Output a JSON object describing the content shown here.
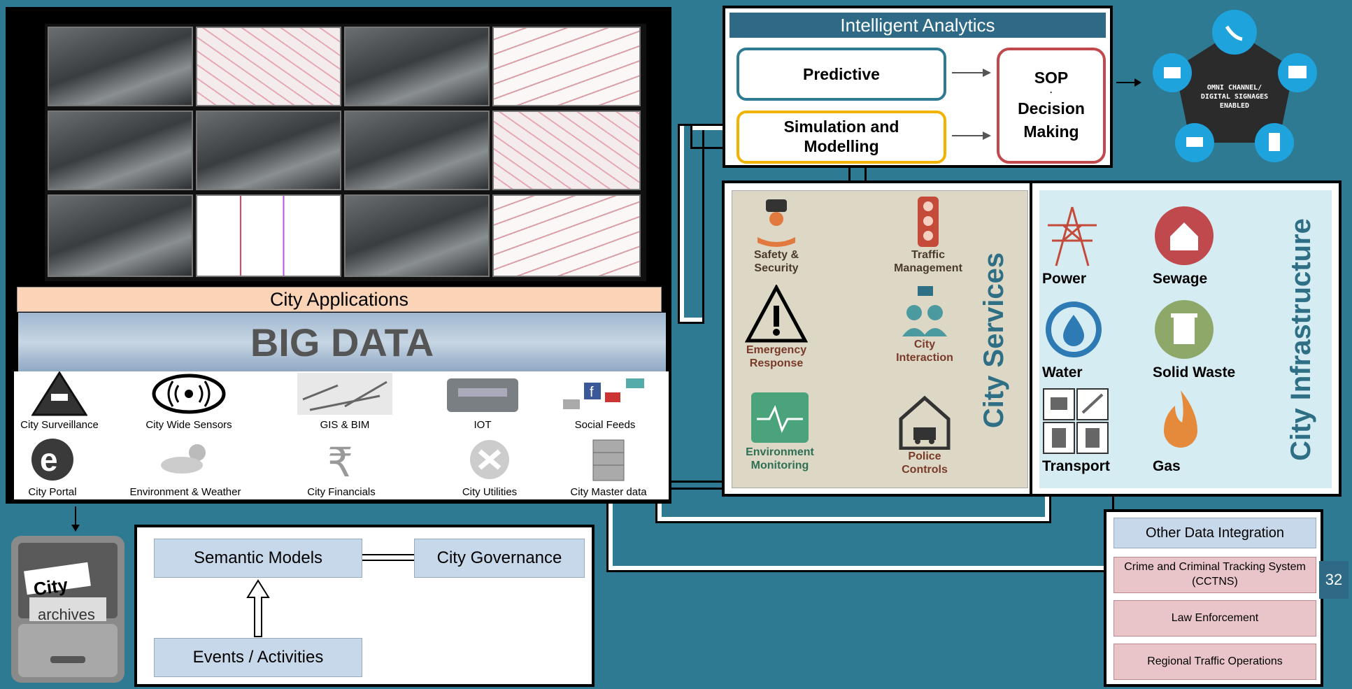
{
  "analytics": {
    "title": "Intelligent Analytics",
    "predictive": "Predictive",
    "simulation": "Simulation and Modelling",
    "sop": "SOP",
    "sop_dot": "·",
    "decision": "Decision Making"
  },
  "omni": {
    "line1": "OMNI CHANNEL/",
    "line2": "DIGITAL SIGNAGES",
    "line3": "ENABLED"
  },
  "city_apps": {
    "label": "City Applications",
    "big_data": "BIG DATA"
  },
  "sources_row1": [
    "City Surveillance",
    "City Wide Sensors",
    "GIS & BIM",
    "IOT",
    "Social Feeds"
  ],
  "sources_row2": [
    "City Portal",
    "Environment & Weather",
    "City Financials",
    "City Utilities",
    "City Master data"
  ],
  "services": {
    "title": "City Services",
    "items": [
      "Safety & Security",
      "Traffic Management",
      "Emergency Response",
      "City Interaction",
      "Environment Monitoring",
      "Police Controls"
    ]
  },
  "infrastructure": {
    "title": "City Infrastructure",
    "items": [
      "Power",
      "Sewage",
      "Water",
      "Solid Waste",
      "Transport",
      "Gas"
    ]
  },
  "archives": {
    "line1": "City",
    "line2": "archives"
  },
  "governance": {
    "semantic": "Semantic Models",
    "governance": "City Governance",
    "events": "Events / Activities"
  },
  "other": {
    "title": "Other Data Integration",
    "items": [
      "Crime and Criminal Tracking System (CCTNS)",
      "Law Enforcement",
      "Regional Traffic Operations"
    ]
  },
  "page_number": "32",
  "colors": {
    "background": "#2e7a93",
    "predictive": "#2e7a93",
    "simulation": "#f0b400",
    "sop": "#c0494d",
    "services_title": "#2e6f85",
    "infra_bg": "#d6ecf3"
  }
}
